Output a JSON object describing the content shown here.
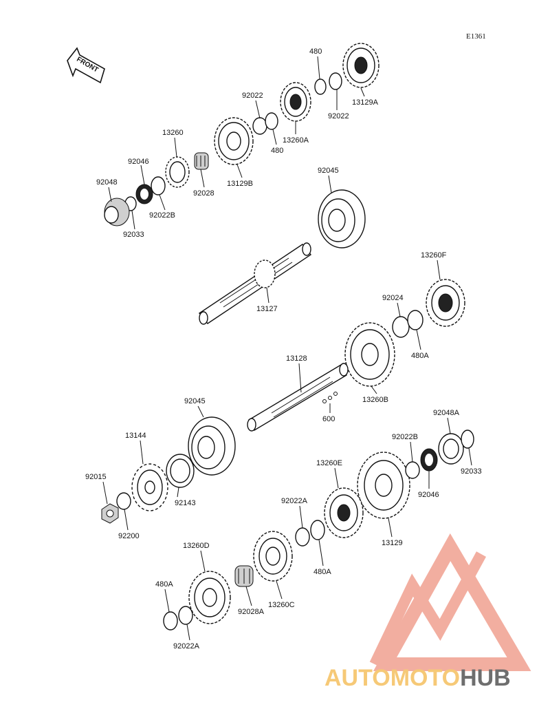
{
  "ref_code": "E1361",
  "front_label": "FRONT",
  "parts": {
    "p480_top": "480",
    "p92022_top": "92022",
    "p13129A": "13129A",
    "p92022_mid": "92022",
    "p13260A": "13260A",
    "p480_mid": "480",
    "p13260": "13260",
    "p13129B": "13129B",
    "p92046": "92046",
    "p92048": "92048",
    "p92028": "92028",
    "p92022B": "92022B",
    "p92033": "92033",
    "p92045_top": "92045",
    "p13127": "13127",
    "p13260F": "13260F",
    "p92024": "92024",
    "p480A_right": "480A",
    "p13128": "13128",
    "p13260B": "13260B",
    "p600": "600",
    "p92045_low": "92045",
    "p13144": "13144",
    "p92048A": "92048A",
    "p92022B_low": "92022B",
    "p92033_low": "92033",
    "p13260E": "13260E",
    "p92015": "92015",
    "p92143": "92143",
    "p92046_low": "92046",
    "p92022A_mid": "92022A",
    "p92200": "92200",
    "p13129": "13129",
    "p480A_mid": "480A",
    "p13260D": "13260D",
    "p480A_low": "480A",
    "p13260C": "13260C",
    "p92028A": "92028A",
    "p92022A_low": "92022A"
  },
  "watermark": {
    "text_part1": "AUTOMOTO",
    "text_part2": "HUB",
    "color_primary": "#f0a090",
    "color_secondary": "#555555",
    "color_accent": "#f5c060"
  }
}
